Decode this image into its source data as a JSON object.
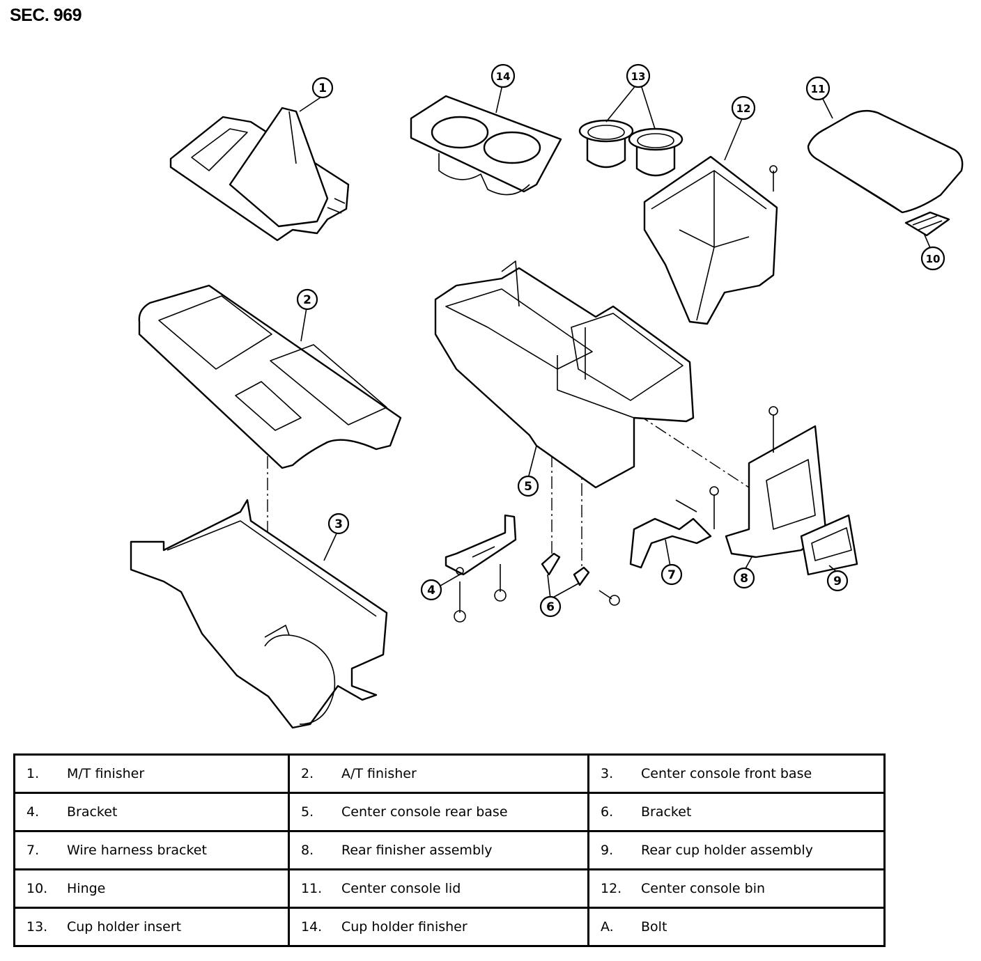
{
  "header": {
    "section": "SEC. 969"
  },
  "diagram": {
    "callouts": [
      {
        "label": "1"
      },
      {
        "label": "2"
      },
      {
        "label": "3"
      },
      {
        "label": "4"
      },
      {
        "label": "5"
      },
      {
        "label": "6"
      },
      {
        "label": "7"
      },
      {
        "label": "8"
      },
      {
        "label": "9"
      },
      {
        "label": "10"
      },
      {
        "label": "11"
      },
      {
        "label": "12"
      },
      {
        "label": "13"
      },
      {
        "label": "14"
      }
    ]
  },
  "legend": {
    "rows": [
      [
        {
          "num": "1.",
          "name": "M/T finisher"
        },
        {
          "num": "2.",
          "name": "A/T finisher"
        },
        {
          "num": "3.",
          "name": "Center console front base"
        }
      ],
      [
        {
          "num": "4.",
          "name": "Bracket"
        },
        {
          "num": "5.",
          "name": "Center console rear base"
        },
        {
          "num": "6.",
          "name": "Bracket"
        }
      ],
      [
        {
          "num": "7.",
          "name": "Wire harness bracket"
        },
        {
          "num": "8.",
          "name": "Rear finisher assembly"
        },
        {
          "num": "9.",
          "name": "Rear cup holder assembly"
        }
      ],
      [
        {
          "num": "10.",
          "name": "Hinge"
        },
        {
          "num": "11.",
          "name": "Center console lid"
        },
        {
          "num": "12.",
          "name": "Center console bin"
        }
      ],
      [
        {
          "num": "13.",
          "name": "Cup holder insert"
        },
        {
          "num": "14.",
          "name": "Cup holder finisher"
        },
        {
          "num": "A.",
          "name": "Bolt"
        }
      ]
    ]
  }
}
